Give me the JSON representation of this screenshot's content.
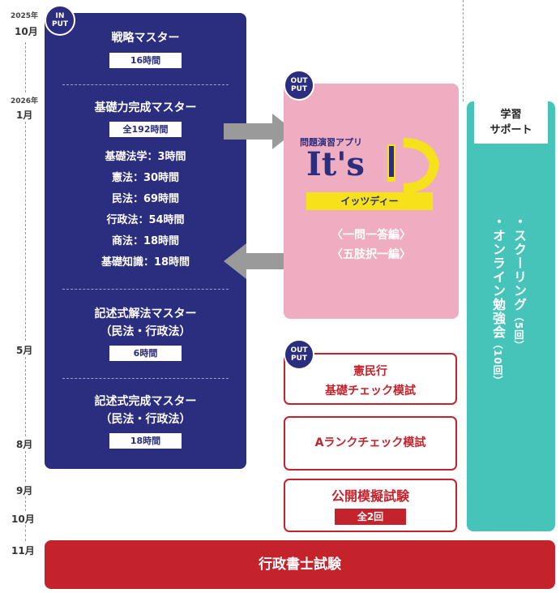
{
  "timeline": {
    "year_2025": "2025年",
    "oct": "10月",
    "year_2026": "2026年",
    "jan": "1月",
    "may": "5月",
    "aug": "8月",
    "sep": "9月",
    "oct2": "10月",
    "nov": "11月"
  },
  "input": {
    "badge": [
      "IN",
      "PUT"
    ],
    "courses": [
      {
        "title": "戦略マスター",
        "hours": "16時間"
      },
      {
        "title": "基礎力完成マスター",
        "hours": "全192時間",
        "subjects": [
          "基礎法学：3時間",
          "憲法：30時間",
          "民法：69時間",
          "行政法：54時間",
          "商法：18時間",
          "基礎知識：18時間"
        ]
      },
      {
        "title": "記述式解法マスター",
        "subtitle": "（民法・行政法）",
        "hours": "6時間"
      },
      {
        "title": "記述式完成マスター",
        "subtitle": "（民法・行政法）",
        "hours": "18時間"
      }
    ]
  },
  "output_app": {
    "badge": [
      "OUT",
      "PUT"
    ],
    "app_caption": "問題演習アプリ",
    "logo_text": "It's",
    "logo_kana": "イッツディー",
    "modes": [
      "〈一問一答編〉",
      "〈五肢択一編〉"
    ]
  },
  "output_mock": {
    "badge": [
      "OUT",
      "PUT"
    ],
    "mock1": [
      "憲民行",
      "基礎チェック模試"
    ],
    "mock2": "Aランクチェック模試",
    "mock3": "公開模擬試験",
    "mock3_badge": "全2回"
  },
  "support": {
    "title": [
      "学習",
      "サポート"
    ],
    "item1": "・スクーリング",
    "item1_count": "（5回）",
    "item2": "・オンライン勉強会",
    "item2_count": "（10回）"
  },
  "exam": "行政書士試験",
  "colors": {
    "navy": "#2b2d7f",
    "pink": "#eeadc0",
    "red": "#c5232c",
    "teal": "#47c4b9",
    "yellow": "#f6e11a",
    "gray": "#9a9a9a"
  }
}
